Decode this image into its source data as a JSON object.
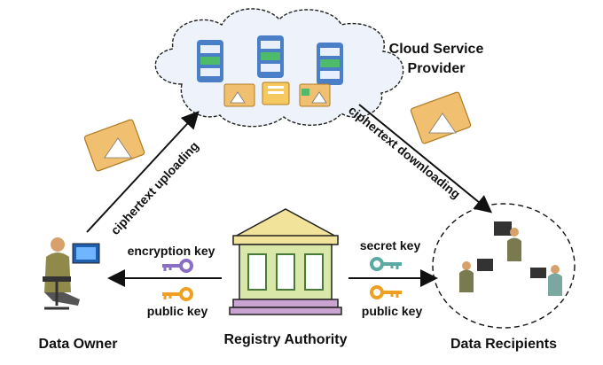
{
  "nodes": {
    "cloud_provider_line1": "Cloud Service",
    "cloud_provider_line2": "Provider",
    "data_owner": "Data Owner",
    "registry_authority": "Registry Authority",
    "data_recipients": "Data Recipients"
  },
  "edges": {
    "upload": "ciphertext uploading",
    "download": "ciphertext downloading"
  },
  "keys": {
    "left_top": "encryption key",
    "left_bottom": "public key",
    "right_top": "secret key",
    "right_bottom": "public key"
  },
  "icons": {
    "left_top_key": "purple-key-icon",
    "left_bottom_key": "orange-key-icon",
    "right_top_key": "teal-key-icon",
    "right_bottom_key": "orange-key-icon"
  },
  "colors": {
    "cloud_fill": "#eef3fb",
    "server_blue": "#4a7fc8",
    "server_green": "#4dbb6a",
    "building_yellow": "#f2e39a",
    "building_green": "#d9e8a8",
    "building_base": "#c9a4d3",
    "folder_orange": "#f0c070",
    "key_purple": "#8a6fc4",
    "key_orange": "#f0a020",
    "key_teal": "#5aa9a3"
  }
}
